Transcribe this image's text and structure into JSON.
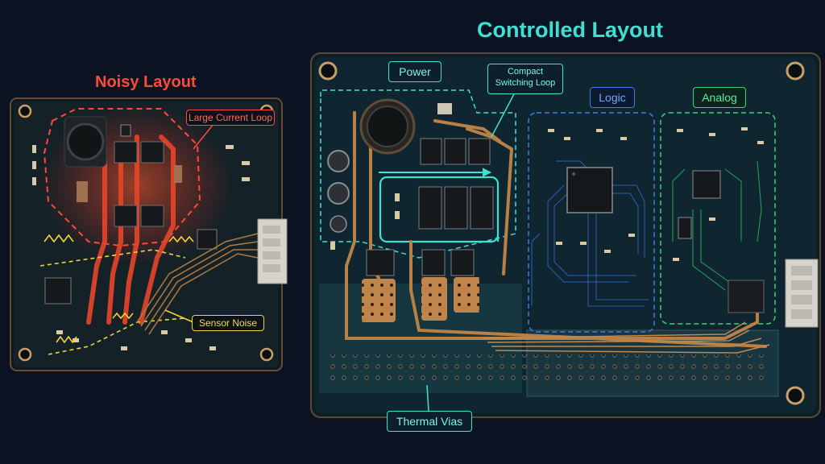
{
  "titles": {
    "noisy": "Noisy Layout",
    "controlled": "Controlled Layout"
  },
  "callouts": {
    "large_current_loop": "Large Current Loop",
    "sensor_noise": "Sensor Noise",
    "power": "Power",
    "compact_switching_loop_line1": "Compact",
    "compact_switching_loop_line2": "Switching Loop",
    "logic": "Logic",
    "analog": "Analog",
    "thermal_vias": "Thermal Vias"
  },
  "colors": {
    "background": "#0b1322",
    "board": "#0f2630",
    "board_edge": "#b98a5a",
    "copper": "#c0854a",
    "noisy_accent": "#ff4a3a",
    "noise_accent": "#f0d43a",
    "controlled_accent": "#3fe0d4",
    "logic_accent": "#3b7fe6",
    "analog_accent": "#36d47a"
  }
}
